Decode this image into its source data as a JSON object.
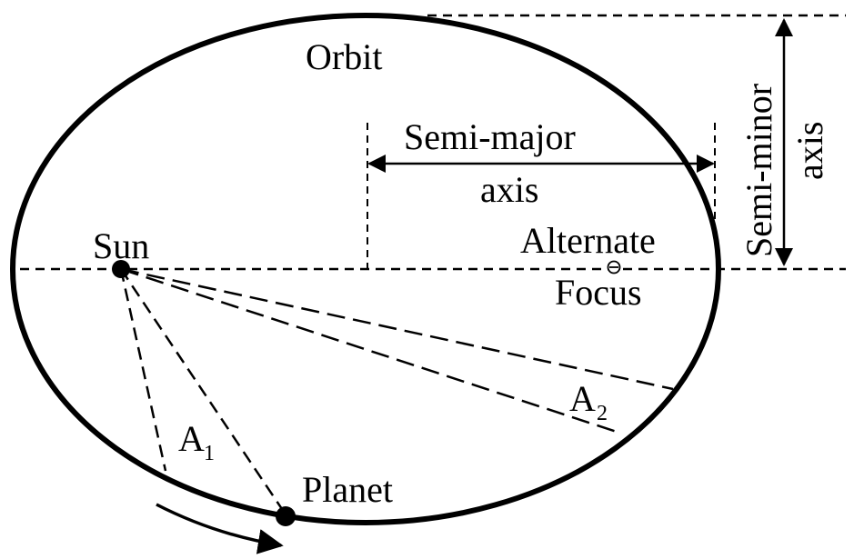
{
  "labels": {
    "orbit": "Orbit",
    "semi_major_line1": "Semi-major",
    "semi_major_line2": "axis",
    "semi_minor_line1": "Semi-minor",
    "semi_minor_line2": "axis",
    "sun": "Sun",
    "alternate_line1": "Alternate",
    "alternate_line2": "Focus",
    "planet": "Planet",
    "area1_letter": "A",
    "area1_subscript": "1",
    "area2_letter": "A",
    "area2_subscript": "2"
  }
}
